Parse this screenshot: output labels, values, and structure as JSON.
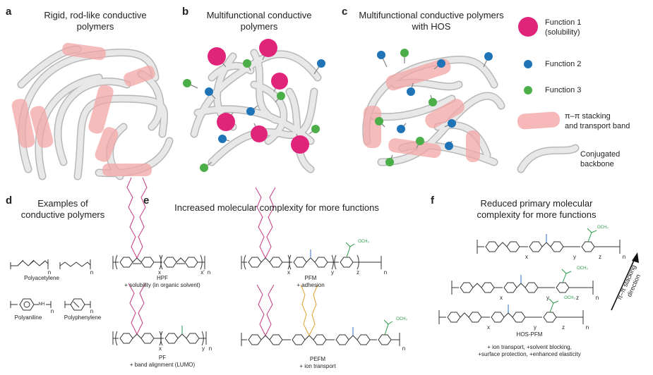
{
  "panels": {
    "a": {
      "letter": "a",
      "title_lines": [
        "Rigid, rod-like conductive",
        "polymers"
      ]
    },
    "b": {
      "letter": "b",
      "title_lines": [
        "Multifunctional conductive",
        "polymers"
      ]
    },
    "c": {
      "letter": "c",
      "title_lines": [
        "Multifunctional conductive polymers",
        "with HOS"
      ]
    },
    "d": {
      "letter": "d",
      "title_lines": [
        "Examples of",
        "conductive polymers"
      ],
      "labels": [
        "Polyacetylene",
        "Polyaniline",
        "Polyphenylene"
      ],
      "nh": "NH"
    },
    "e": {
      "letter": "e",
      "title": "Increased molecular complexity for more functions",
      "hpf": {
        "name": "HPF",
        "desc": "+ solubility (in organic solvent)"
      },
      "pfm": {
        "name": "PFM",
        "desc": "+ adhesion"
      },
      "pf": {
        "name": "PF",
        "desc": "+ band alignment (LUMO)"
      },
      "pefm": {
        "name": "PEFM",
        "desc": "+ ion transport"
      },
      "och3": "OCH₃"
    },
    "f": {
      "letter": "f",
      "title_lines": [
        "Reduced primary molecular",
        "complexity for more functions"
      ],
      "name": "HOS-PFM",
      "desc_lines": [
        "+ ion transport, +solvent blocking,",
        "+surface protection, +enhanced elasticity"
      ],
      "arrow_label_lines": [
        "π–π stacking",
        "direction"
      ],
      "och3": "OCH₃"
    }
  },
  "legend": {
    "function1": [
      "Function 1",
      "(solubility)"
    ],
    "function2": "Function 2",
    "function3": "Function 3",
    "stacking": [
      "π–π stacking",
      "and transport band"
    ],
    "backbone": [
      "Conjugated",
      "backbone"
    ]
  },
  "subscripts": {
    "n": "n",
    "x": "x",
    "y": "y",
    "z": "z",
    "xp": "x'"
  },
  "colors": {
    "backbone_fill": "#e6e6e6",
    "backbone_edge": "#b5b5b5",
    "band": "#f4a6a6",
    "function1": "#e0247a",
    "function2": "#1f74b8",
    "function3": "#4cae48",
    "alkyl": "#c43a82",
    "glycol": "#e0a030",
    "carbonyl": "#2a9a4a",
    "ketone": "#2a70c0"
  }
}
